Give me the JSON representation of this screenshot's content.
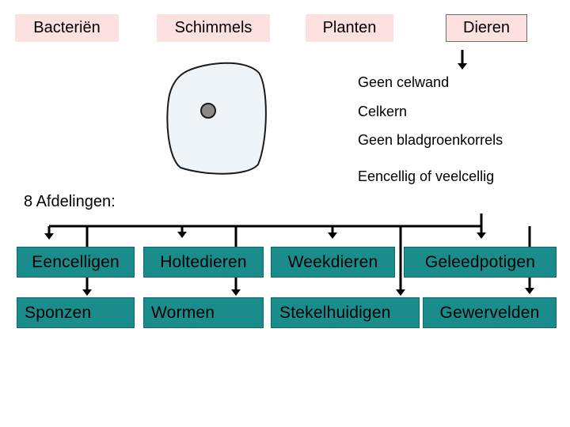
{
  "kingdoms": {
    "bacterien": "Bacteriën",
    "schimmels": "Schimmels",
    "planten": "Planten",
    "dieren": "Dieren"
  },
  "properties": [
    "Geen celwand",
    "Celkern",
    "Geen bladgroenkorrels",
    "Eencellig of veelcellig"
  ],
  "afdelingen_title": "8 Afdelingen:",
  "phyla": [
    "Eencelligen",
    "Holtedieren",
    "Weekdieren",
    "Geleedpotigen",
    "Sponzen",
    "Wormen",
    "Stekelhuidigen",
    "Gewervelden"
  ],
  "colors": {
    "kingdom_bg": "#fde0e0",
    "phylum_bg": "#1b8c8c",
    "cell_fill": "#eef4f8",
    "nucleus": "#8a8a8a"
  }
}
